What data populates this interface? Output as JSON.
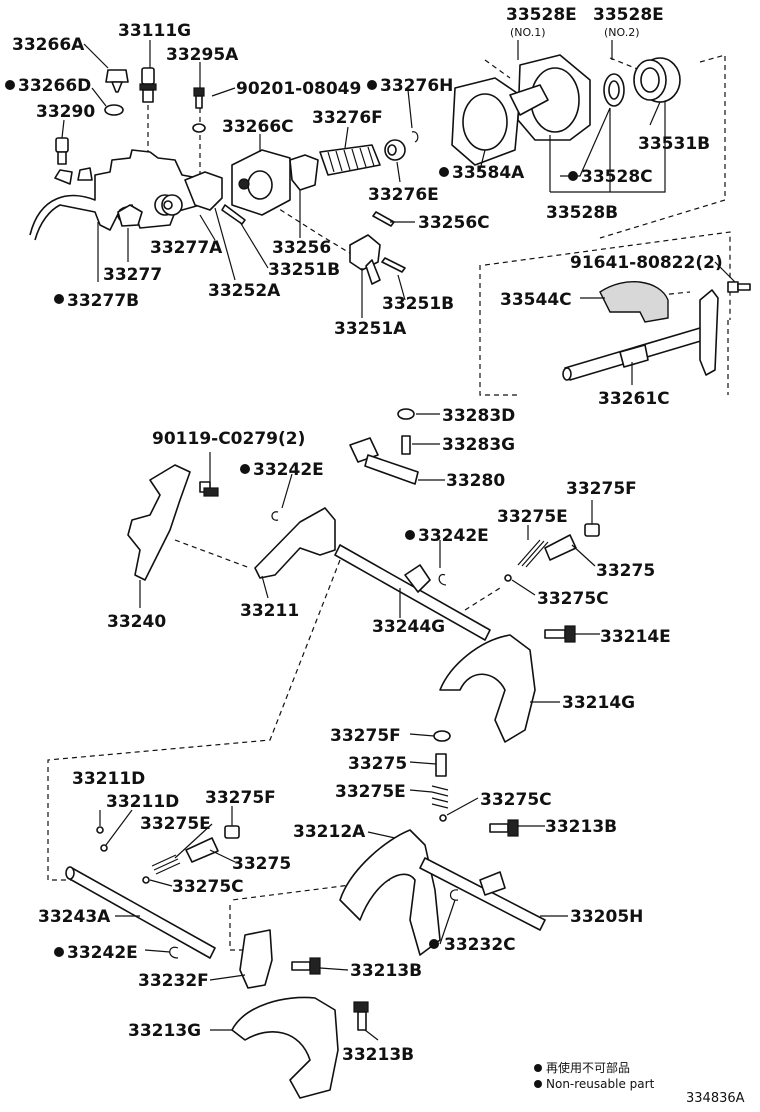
{
  "labels": {
    "33266A": "33266A",
    "33111G": "33111G",
    "33295A": "33295A",
    "90201_08049": "90201-08049",
    "33266D": "33266D",
    "33290": "33290",
    "33276H": "33276H",
    "33266C": "33266C",
    "33276F": "33276F",
    "33528E_1": "33528E",
    "33528E_2": "33528E",
    "no1": "(NO.1)",
    "no2": "(NO.2)",
    "33531B": "33531B",
    "33584A": "33584A",
    "33528C": "33528C",
    "33276E": "33276E",
    "33528B": "33528B",
    "33256C": "33256C",
    "33277A": "33277A",
    "33256": "33256",
    "33277": "33277",
    "33251B_1": "33251B",
    "33252A": "33252A",
    "33277B": "33277B",
    "33251B_2": "33251B",
    "33251A": "33251A",
    "91641_80822": "91641-80822(2)",
    "33544C": "33544C",
    "33261C": "33261C",
    "33283D": "33283D",
    "33283G": "33283G",
    "90119_C0279": "90119-C0279(2)",
    "33242E_1": "33242E",
    "33280": "33280",
    "33275F_1": "33275F",
    "33275E_1": "33275E",
    "33242E_2": "33242E",
    "33275_1": "33275",
    "33240": "33240",
    "33211": "33211",
    "33244G": "33244G",
    "33275C_1": "33275C",
    "33214E": "33214E",
    "33214G": "33214G",
    "33275F_2": "33275F",
    "33275_2": "33275",
    "33275E_2": "33275E",
    "33275C_2": "33275C",
    "33211D_1": "33211D",
    "33211D_2": "33211D",
    "33275F_3": "33275F",
    "33275E_3": "33275E",
    "33212A": "33212A",
    "33213B_1": "33213B",
    "33275_3": "33275",
    "33275C_3": "33275C",
    "33243A": "33243A",
    "33205H": "33205H",
    "33232C": "33232C",
    "33242E_3": "33242E",
    "33232F": "33232F",
    "33213B_2": "33213B",
    "33213G": "33213G",
    "33213B_3": "33213B"
  },
  "legend": {
    "jp": "再使用不可部品",
    "en": "Non-reusable part"
  },
  "figure_code": "334836A"
}
